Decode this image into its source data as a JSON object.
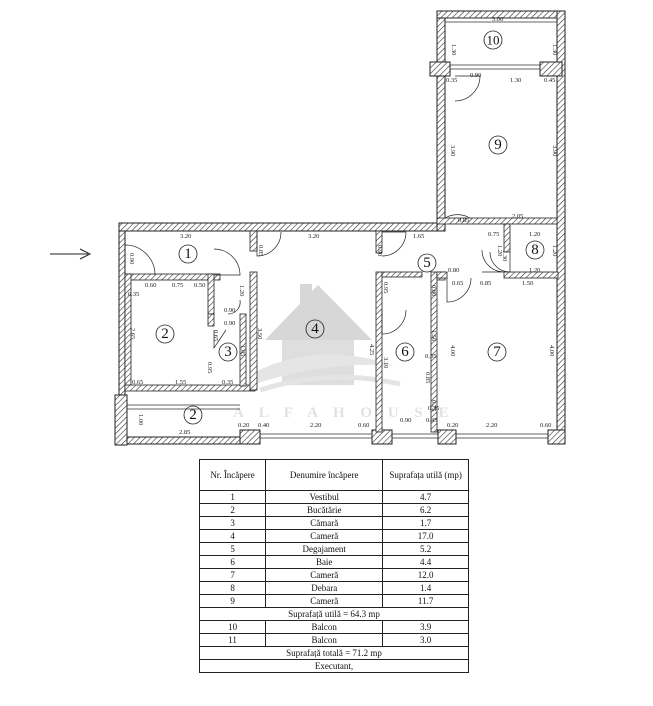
{
  "plan": {
    "arrow": "entrance-arrow",
    "watermark": "A L F A   H O U S E",
    "room_numbers": {
      "r1": "1",
      "r2a": "2",
      "r2b": "2",
      "r3": "3",
      "r4": "4",
      "r5": "5",
      "r6": "6",
      "r7": "7",
      "r8": "8",
      "r9": "9",
      "r10": "10"
    },
    "dims": {
      "d300": "3.00",
      "d130a": "1.30",
      "d130b": "1.30",
      "d035a": "0.35",
      "d090a": "0.90",
      "d130c": "1.30",
      "d045a": "0.45",
      "d390a": "3.90",
      "d390b": "3.90",
      "d085a": "0.85",
      "d205": "2.05",
      "d320a": "3.20",
      "d320b": "3.20",
      "d165": "1.65",
      "d075a": "0.75",
      "d120a": "1.20",
      "d090b": "0.90",
      "d085b": "0.85",
      "d090c": "0.90",
      "d120b": "1.20",
      "d120c": "1.20",
      "d035b": "0.35",
      "d060a": "0.60",
      "d075b": "0.75",
      "d050": "0.50",
      "d120d": "1.20",
      "d080a": "0.80",
      "d065a": "0.65",
      "d085c": "0.85",
      "d150a": "1.50",
      "d130d": "1.30",
      "d120e": "1.20",
      "d090d": "0.90",
      "d090e": "0.90",
      "d095a": "0.95",
      "d080b": "0.80",
      "d265": "2.65",
      "d065b": "0.65",
      "d350": "3.50",
      "d185": "1.85",
      "d425": "4.25",
      "d150b": "1.50",
      "d400a": "4.00",
      "d400b": "4.00",
      "d310": "3.10",
      "d095b": "0.95",
      "d035c": "0.35",
      "d085d": "0.85",
      "d065c": "0.65",
      "d155": "1.55",
      "d035d": "0.35",
      "d100": "1.00",
      "d285": "2.85",
      "d020a": "0.20",
      "d040": "0.40",
      "d220a": "2.20",
      "d060b": "0.60",
      "d090f": "0.90",
      "d045b": "0.45",
      "d020b": "0.20",
      "d220b": "2.20",
      "d060c": "0.60",
      "d035e": "0.35",
      "d075c": "0.75"
    }
  },
  "table": {
    "headers": {
      "nr": "Nr. Încăpere",
      "name": "Denumire încăpere",
      "area": "Suprafața utilă (mp)"
    },
    "rows": [
      {
        "nr": "1",
        "name": "Vestibul",
        "area": "4.7"
      },
      {
        "nr": "2",
        "name": "Bucătărie",
        "area": "6.2"
      },
      {
        "nr": "3",
        "name": "Cămară",
        "area": "1.7"
      },
      {
        "nr": "4",
        "name": "Cameră",
        "area": "17.0"
      },
      {
        "nr": "5",
        "name": "Degajament",
        "area": "5.2"
      },
      {
        "nr": "6",
        "name": "Baie",
        "area": "4.4"
      },
      {
        "nr": "7",
        "name": "Cameră",
        "area": "12.0"
      },
      {
        "nr": "8",
        "name": "Debara",
        "area": "1.4"
      },
      {
        "nr": "9",
        "name": "Cameră",
        "area": "11.7"
      }
    ],
    "useful_total": "Suprafață utilă = 64.3 mp",
    "balcony_rows": [
      {
        "nr": "10",
        "name": "Balcon",
        "area": "3.9"
      },
      {
        "nr": "11",
        "name": "Balcon",
        "area": "3.0"
      }
    ],
    "grand_total": "Suprafață totală = 71.2 mp",
    "executant": "Executant,"
  }
}
